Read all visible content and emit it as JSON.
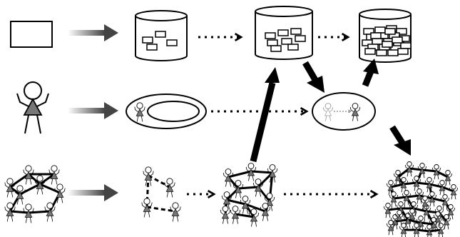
{
  "figure": {
    "background": "#ffffff",
    "stroke_color": "#000000",
    "person_fill": "#777777",
    "ghost_stroke": "#999999",
    "card_fill": "#ffffff",
    "input_arrow_gradient": [
      "#ffffff",
      "#444444"
    ],
    "icons": [
      "rectangle-icon",
      "person-icon",
      "network-icon",
      "database-icon",
      "ellipse-ring-icon"
    ],
    "stage_counts": {
      "db_cards": [
        4,
        8,
        24
      ],
      "network_people": [
        9,
        4,
        12,
        36
      ]
    }
  }
}
